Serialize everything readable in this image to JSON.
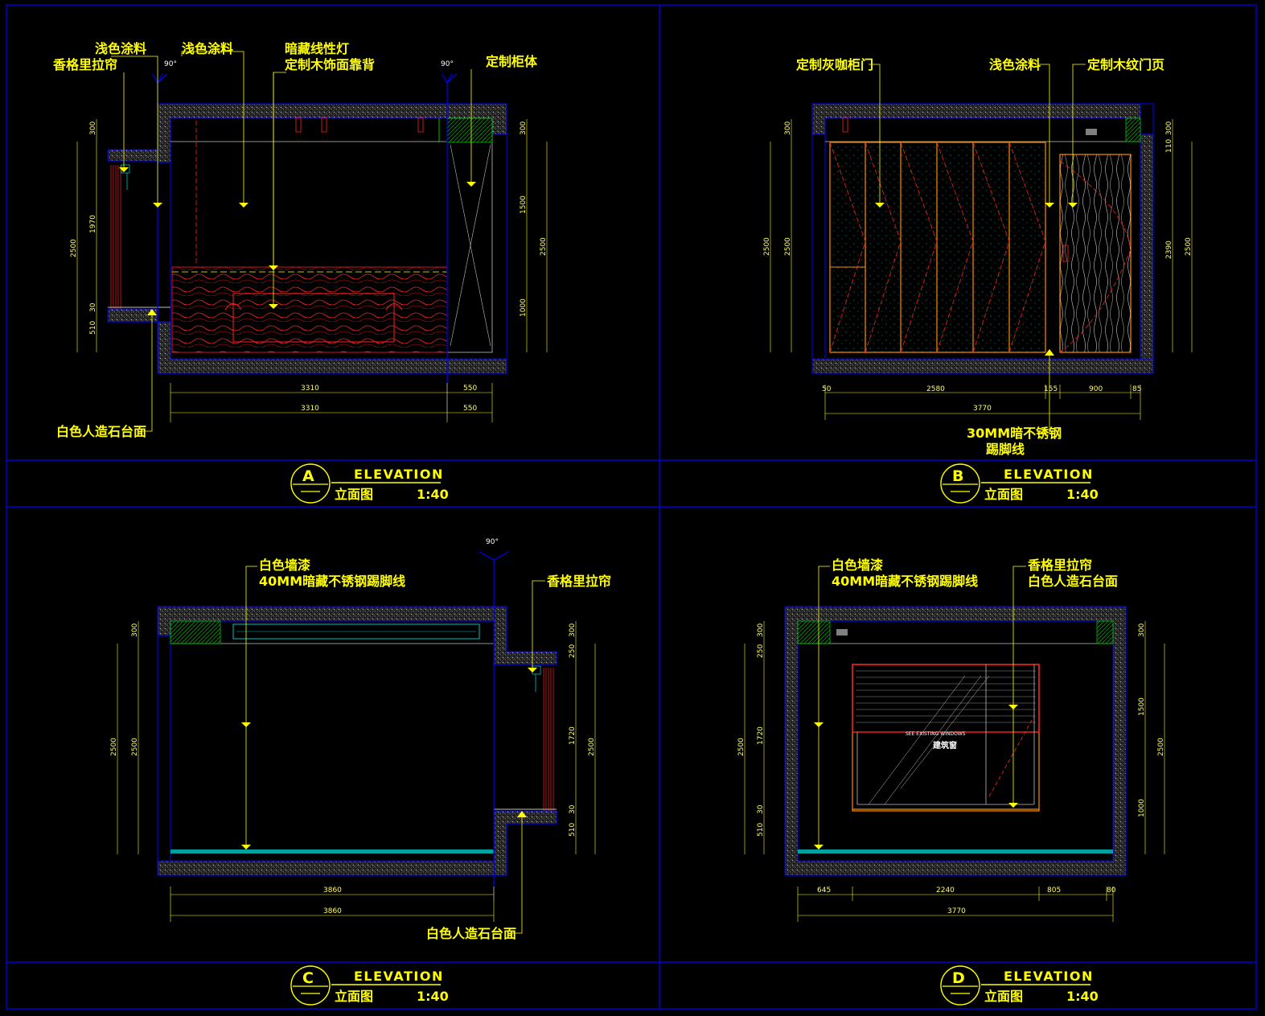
{
  "colors": {
    "background": "#000000",
    "frame": "#0000ff",
    "annotation": "#ffff00",
    "wall_hatch": "#9a9a9a",
    "wood_texture": "#ff2020",
    "door_lines": "#ff8c00",
    "glass": "#00c0c0",
    "fixture_green": "#00c000"
  },
  "angle_label": "90°",
  "panels": {
    "A": {
      "letter": "A",
      "title": "ELEVATION",
      "subtitle": "立面图",
      "scale": "1:40",
      "labels": {
        "paint_light_1": "浅色涂料",
        "curtain": "香格里拉帘",
        "paint_light_2": "浅色涂料",
        "hidden_light": "暗藏线性灯",
        "wood_headboard": "定制木饰面靠背",
        "cabinet": "定制柜体",
        "counter": "白色人造石台面"
      },
      "dims": {
        "left_300": "300",
        "left_1970": "1970",
        "left_2500": "2500",
        "left_30": "30",
        "left_510": "510",
        "right_300": "300",
        "right_1500": "1500",
        "right_1000": "1000",
        "right_2500": "2500",
        "bottom_3310a": "3310",
        "bottom_550a": "550",
        "bottom_3310b": "3310",
        "bottom_550b": "550"
      }
    },
    "B": {
      "letter": "B",
      "title": "ELEVATION",
      "subtitle": "立面图",
      "scale": "1:40",
      "labels": {
        "gray_door": "定制灰咖柜门",
        "paint_light": "浅色涂料",
        "wood_door": "定制木纹门页",
        "skirting_1": "30MM暗不锈钢",
        "skirting_2": "踢脚线"
      },
      "dims": {
        "left_300": "300",
        "left_2500a": "2500",
        "left_2500b": "2500",
        "right_300": "300",
        "right_110": "110",
        "right_2390": "2390",
        "right_2500": "2500",
        "b_50": "50",
        "b_2580": "2580",
        "b_155": "155",
        "b_900": "900",
        "b_85": "85",
        "b_3770": "3770"
      }
    },
    "C": {
      "letter": "C",
      "title": "ELEVATION",
      "subtitle": "立面图",
      "scale": "1:40",
      "labels": {
        "white_paint": "白色墙漆",
        "skirting": "40MM暗藏不锈钢踢脚线",
        "curtain": "香格里拉帘",
        "counter": "白色人造石台面"
      },
      "dims": {
        "left_300": "300",
        "left_2500a": "2500",
        "left_2500b": "2500",
        "right_300": "300",
        "right_250": "250",
        "right_1720": "1720",
        "right_30": "30",
        "right_510": "510",
        "right_2500": "2500",
        "bottom_3860a": "3860",
        "bottom_3860b": "3860"
      }
    },
    "D": {
      "letter": "D",
      "title": "ELEVATION",
      "subtitle": "立面图",
      "scale": "1:40",
      "labels": {
        "white_paint": "白色墙漆",
        "skirting": "40MM暗藏不锈钢踢脚线",
        "curtain": "香格里拉帘",
        "counter": "白色人造石台面",
        "see_windows": "SEE EXISTING WINDOWS",
        "window": "建筑窗"
      },
      "dims": {
        "left_300": "300",
        "left_250": "250",
        "left_1720": "1720",
        "left_30": "30",
        "left_510": "510",
        "left_2500": "2500",
        "right_300": "300",
        "right_1500": "1500",
        "right_1000": "1000",
        "right_2500": "2500",
        "b_645": "645",
        "b_2240": "2240",
        "b_805": "805",
        "b_80": "80",
        "b_3770": "3770"
      }
    }
  }
}
